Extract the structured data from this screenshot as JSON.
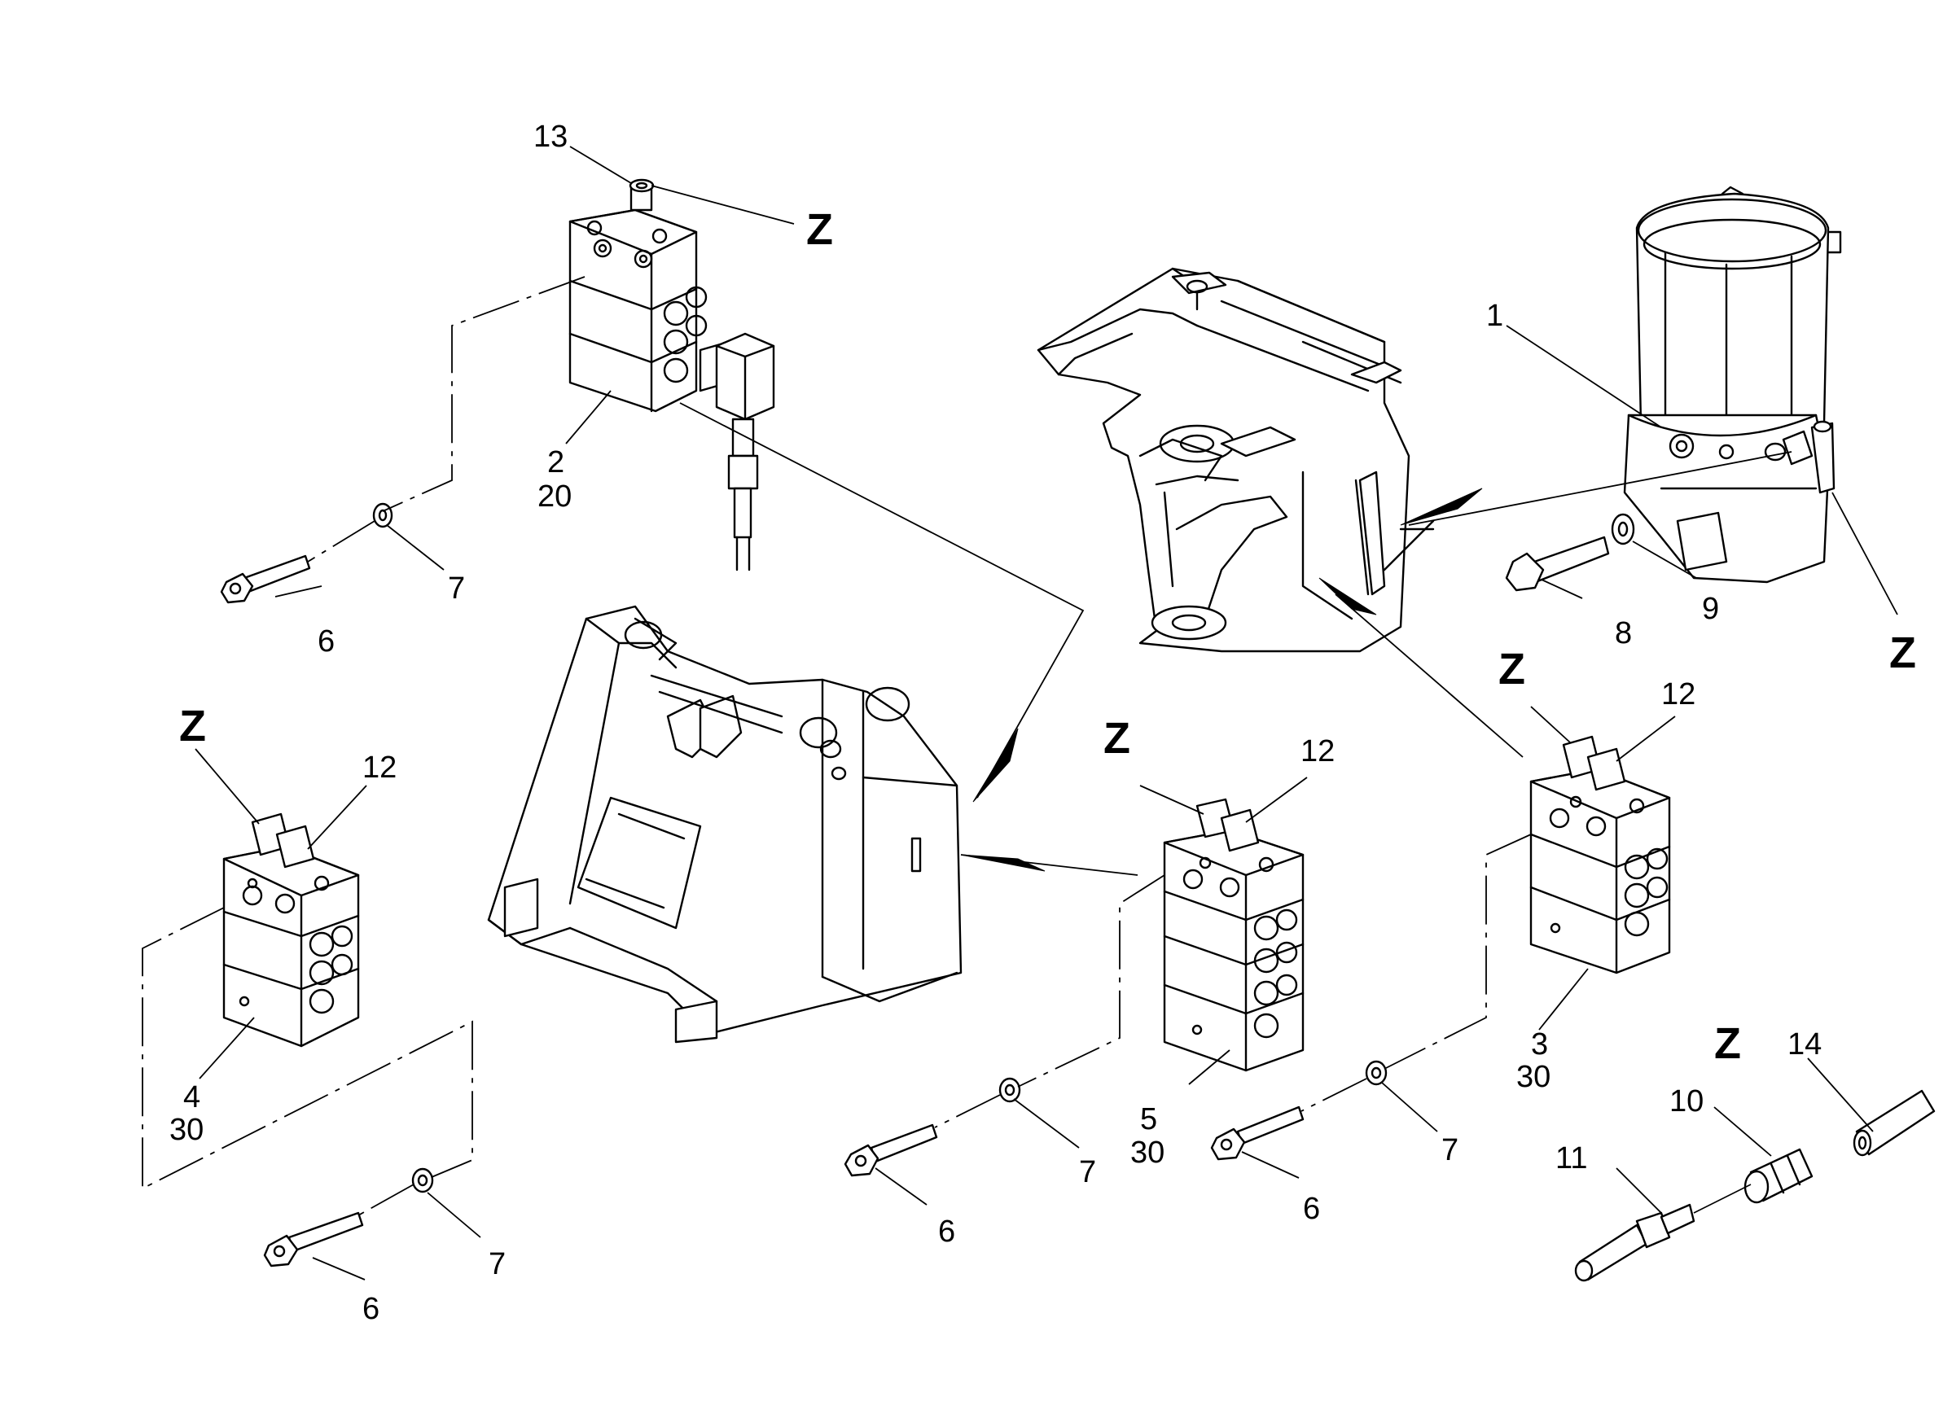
{
  "labels": {
    "p1": "1",
    "p2": "2",
    "p3": "3",
    "p4": "4",
    "p5": "5",
    "p6": "6",
    "p7": "7",
    "p8": "8",
    "p9": "9",
    "p10": "10",
    "p11": "11",
    "p12": "12",
    "p13": "13",
    "p14": "14",
    "q20": "20",
    "q30": "30",
    "z": "Z"
  }
}
